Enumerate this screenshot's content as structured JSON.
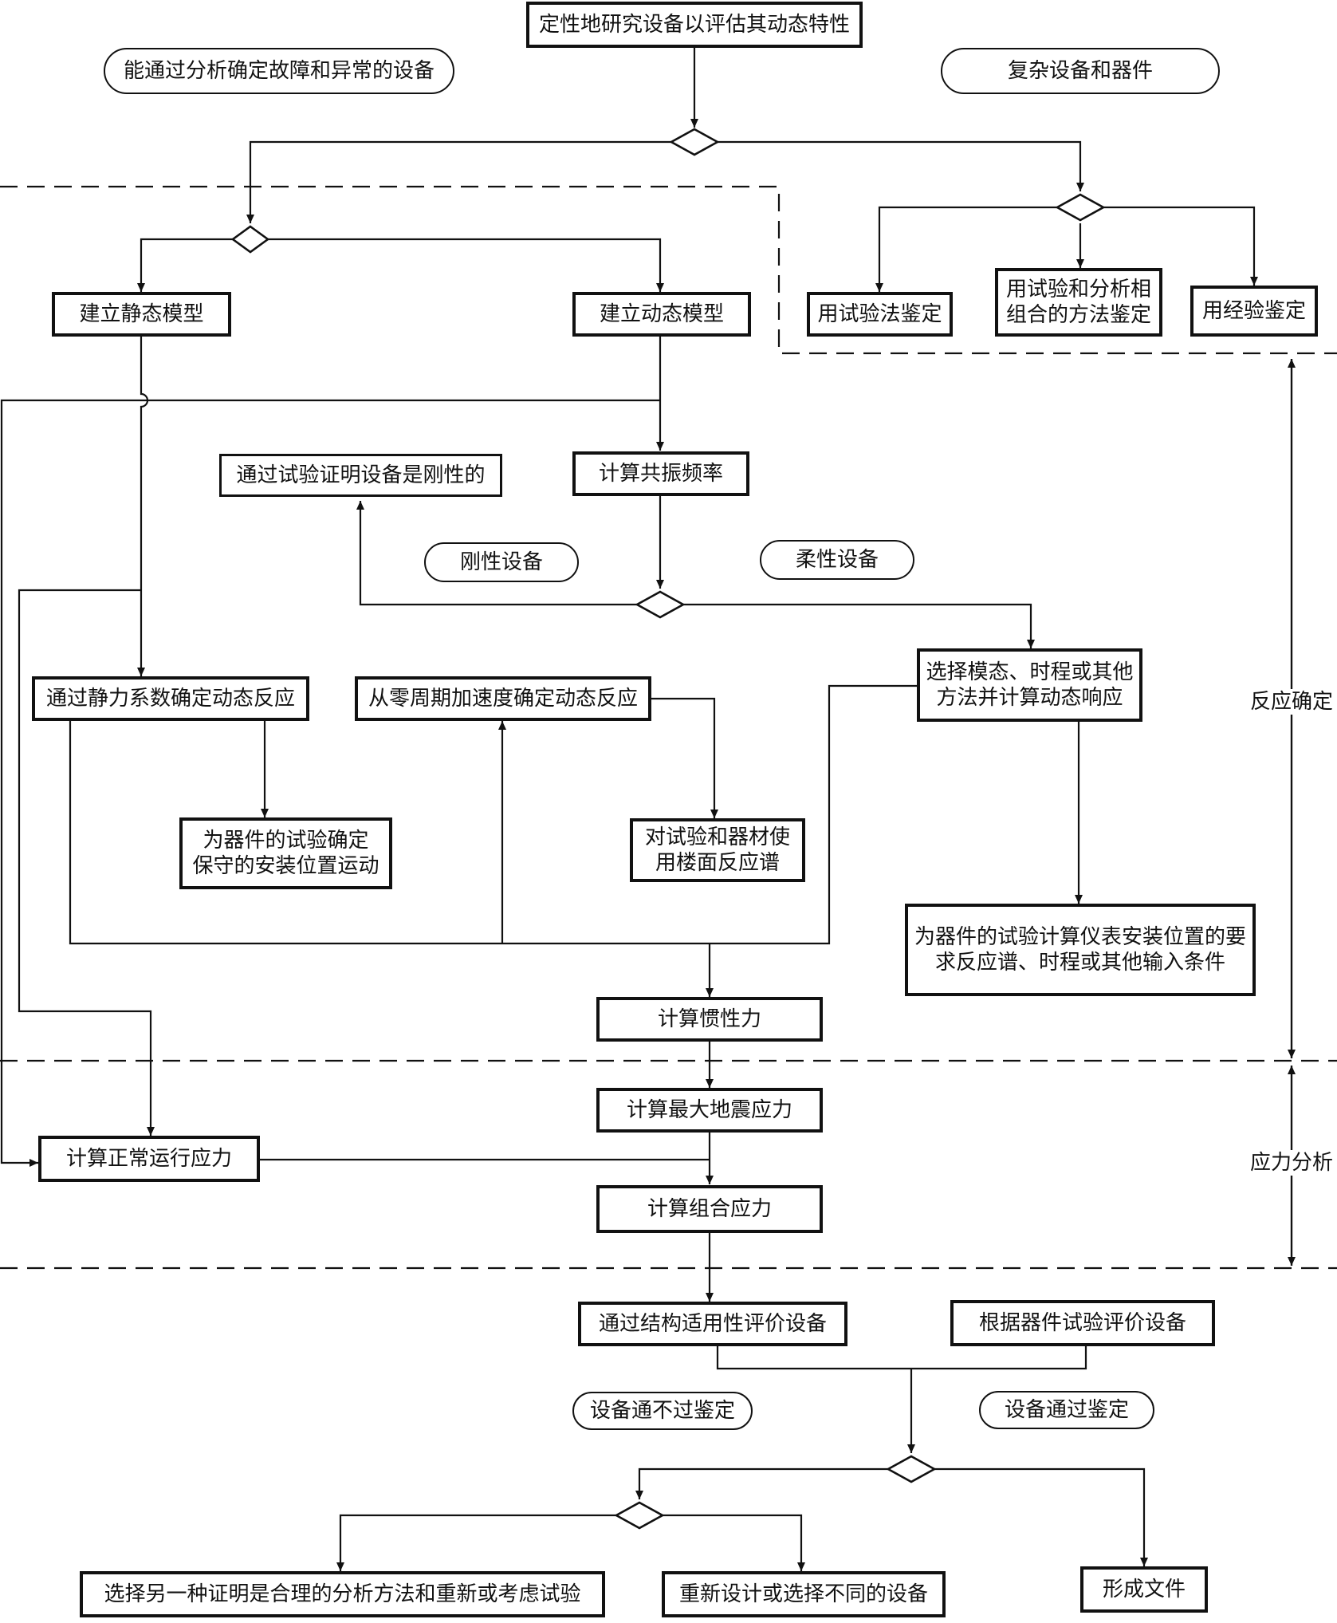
{
  "nodes": {
    "top": "定性地研究设备以评估其动态特性",
    "pill_left": "能通过分析确定故障和异常的设备",
    "pill_right": "复杂设备和器件",
    "static_model": "建立静态模型",
    "dynamic_model": "建立动态模型",
    "test_method": "用试验法鉴定",
    "combo_method": "用试验和分析相\n组合的方法鉴定",
    "experience": "用经验鉴定",
    "prove_rigid": "通过试验证明设备是刚性的",
    "calc_freq": "计算共振频率",
    "pill_rigid": "刚性设备",
    "pill_flex": "柔性设备",
    "static_coeff": "通过静力系数确定动态反应",
    "zpa": "从零周期加速度确定动态反应",
    "select_method": "选择模态、时程或其他\n方法并计算动态响应",
    "conservative": "为器件的试验确定\n保守的安装位置运动",
    "floor_spectra": "对试验和器材使\n用楼面反应谱",
    "required_spectra": "为器件的试验计算仪表安装位置的要\n求反应谱、时程或其他输入条件",
    "inertia": "计算惯性力",
    "max_seismic": "计算最大地震应力",
    "normal_stress": "计算正常运行应力",
    "combined": "计算组合应力",
    "eval_struct": "通过结构适用性评价设备",
    "eval_test": "根据器件试验评价设备",
    "pill_fail": "设备通不过鉴定",
    "pill_pass": "设备通过鉴定",
    "alt_method": "选择另一种证明是合理的分析方法和重新或考虑试验",
    "redesign": "重新设计或选择不同的设备",
    "document": "形成文件"
  },
  "side_labels": {
    "response": "反应确定",
    "stress": "应力分析"
  }
}
